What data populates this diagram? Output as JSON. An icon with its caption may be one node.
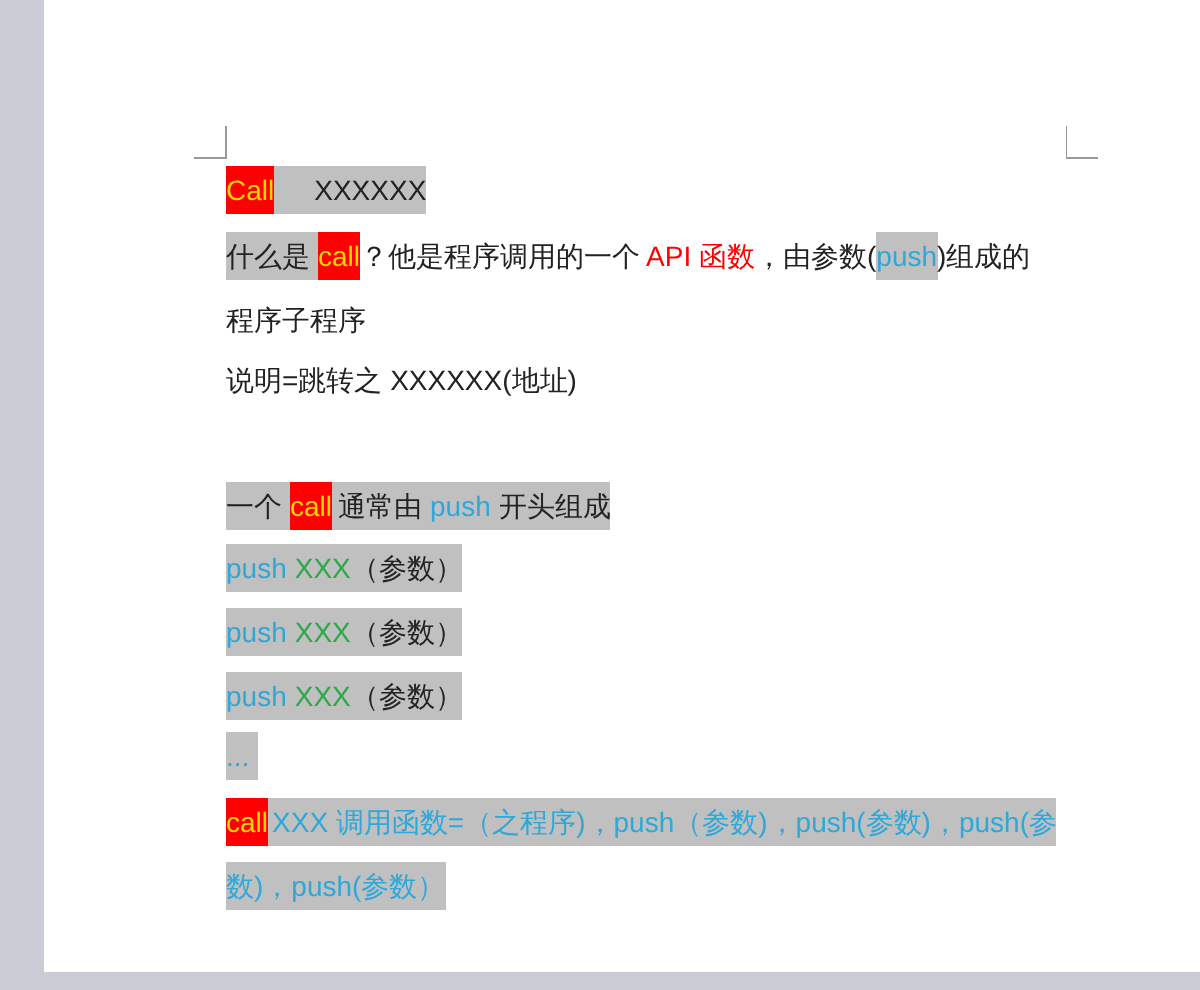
{
  "diagram": {
    "labels": [
      "Call",
      "XXXXXX",
      "什么是",
      "call",
      "？他是程序调用的一个",
      "API 函数",
      "，由参数(",
      "push",
      ")组成的",
      "程序子程序",
      "说明=跳转之 XXXXXX(地址)",
      "一个",
      "call",
      "通常由",
      "push",
      "开头组成",
      "push",
      "XXX",
      "（参数）",
      "push",
      "XXX",
      "（参数）",
      "push",
      "XXX",
      "（参数）",
      "...",
      "call",
      "XXX  调用函数=（之程序)，push（参数)，push(参数)，push(参数)，push(参数）"
    ]
  }
}
